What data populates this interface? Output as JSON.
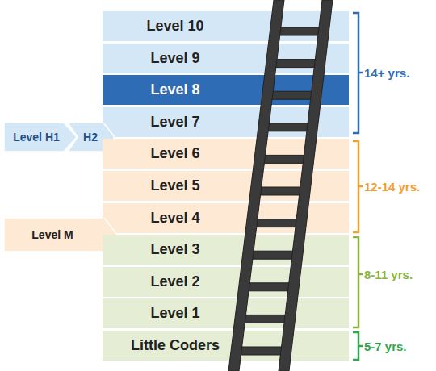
{
  "diagram": {
    "nodes": [
      {
        "text": [
          "Level 10"
        ]
      },
      {
        "text": [
          "Level 9"
        ]
      },
      {
        "text": [
          "Level 8"
        ]
      },
      {
        "text": [
          "Level 7"
        ]
      },
      {
        "text": [
          "Level H1"
        ]
      },
      {
        "text": [
          "H2"
        ]
      },
      {
        "text": [
          "Level 6"
        ]
      },
      {
        "text": [
          "Level 5"
        ]
      },
      {
        "text": [
          "Level 4"
        ]
      },
      {
        "text": [
          "Level M"
        ]
      },
      {
        "text": [
          "Level 3"
        ]
      },
      {
        "text": [
          "Level 2"
        ]
      },
      {
        "text": [
          "Level 1"
        ]
      },
      {
        "text": [
          "Little Coders"
        ]
      }
    ],
    "labels": [
      "14+ yrs.",
      "12-14 yrs.",
      "8-11 yrs.",
      "5-7 yrs."
    ]
  }
}
